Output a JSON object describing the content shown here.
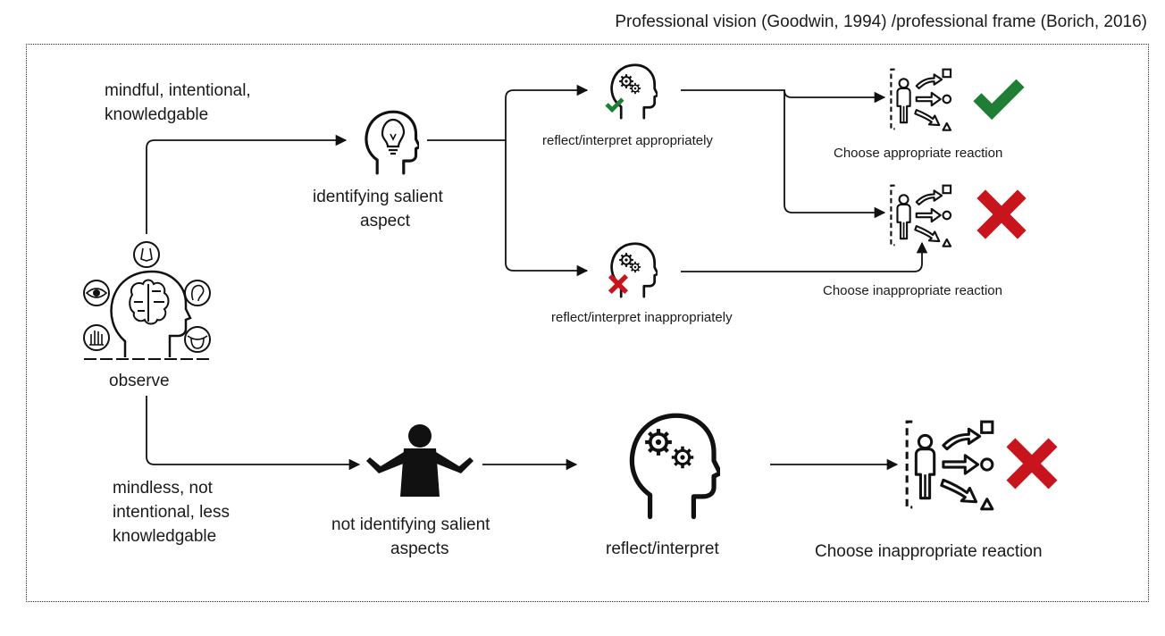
{
  "title": "Professional vision (Goodwin, 1994) /professional frame (Borich, 2016)",
  "nodes": {
    "observe": "observe",
    "mindful": [
      "mindful, intentional,",
      "knowledgable"
    ],
    "mindless": [
      "mindless, not",
      "intentional, less",
      "knowledgable"
    ],
    "identifying": [
      "identifying salient",
      "aspect"
    ],
    "not_identifying": [
      "not identifying salient",
      "aspects"
    ],
    "reflect_appropriately": "reflect/interpret appropriately",
    "reflect_inappropriately": "reflect/interpret inappropriately",
    "reflect_interpret": "reflect/interpret",
    "choose_appropriate": "Choose appropriate reaction",
    "choose_inappropriate_top": "Choose inappropriate reaction",
    "choose_inappropriate_bottom": "Choose inappropriate reaction"
  },
  "colors": {
    "check": "#1e7e34",
    "cross": "#c8141c",
    "line": "#111111"
  },
  "icons": {
    "observe": "brain-senses-icon",
    "identifying": "lightbulb-head-icon",
    "not_identifying": "shrugging-person-icon",
    "reflect": "gears-head-icon",
    "choose": "person-options-icon",
    "check": "check-icon",
    "cross": "cross-icon"
  }
}
